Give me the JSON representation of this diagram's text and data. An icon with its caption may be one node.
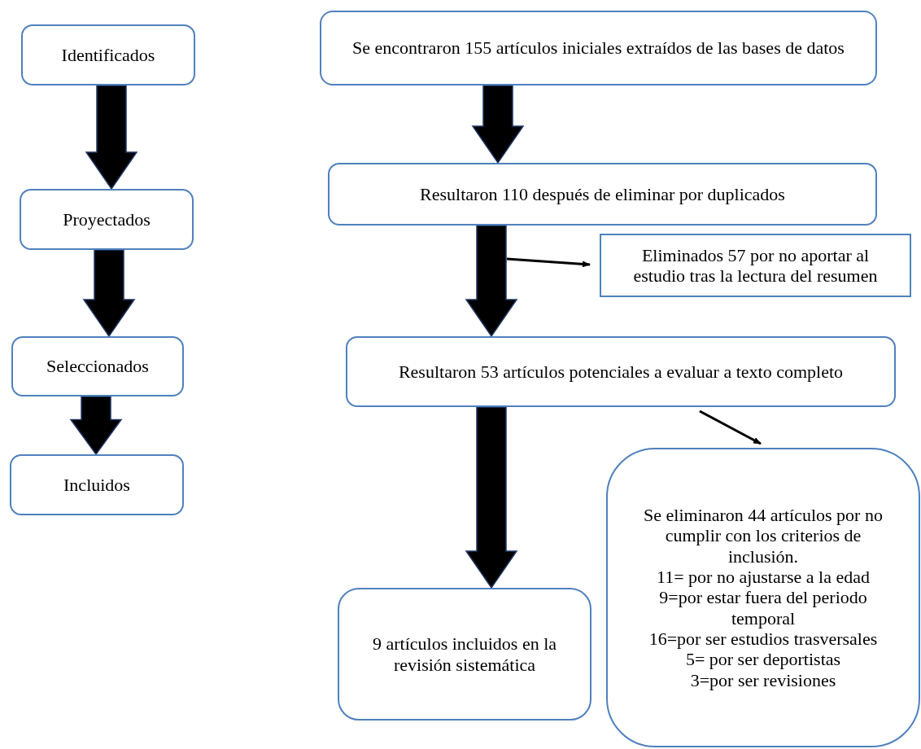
{
  "diagram": {
    "nodes": [
      {
        "text": [
          "Identificados"
        ]
      },
      {
        "text": [
          "Proyectados"
        ]
      },
      {
        "text": [
          "Seleccionados"
        ]
      },
      {
        "text": [
          "Incluidos"
        ]
      },
      {
        "text": [
          "Se encontraron 155 artículos iniciales extraídos de las bases de datos"
        ]
      },
      {
        "text": [
          "Resultaron 110 después de eliminar por duplicados"
        ]
      },
      {
        "text": [
          "Eliminados 57 por no aportar al estudio tras la lectura del resumen"
        ]
      },
      {
        "text": [
          "Resultaron 53 artículos potenciales a evaluar a texto completo"
        ]
      },
      {
        "text": [
          "Se eliminaron 44 artículos por no cumplir con los criterios de inclusión.",
          "11= por no ajustarse a la edad",
          "9=por estar fuera del periodo temporal",
          "16=por ser estudios trasversales",
          "5= por ser deportistas",
          "3=por ser revisiones"
        ]
      },
      {
        "text": [
          "9 artículos incluidos en la revisión sistemática"
        ]
      }
    ],
    "edges": [
      {
        "from": 0,
        "to": 1,
        "arrow": "to",
        "style": "thick"
      },
      {
        "from": 1,
        "to": 2,
        "arrow": "to",
        "style": "thick"
      },
      {
        "from": 2,
        "to": 3,
        "arrow": "to",
        "style": "thick"
      },
      {
        "from": 4,
        "to": 5,
        "arrow": "to",
        "style": "thick"
      },
      {
        "from": 5,
        "to": 7,
        "arrow": "to",
        "style": "thick"
      },
      {
        "from": null,
        "to": 6,
        "arrow": "to"
      },
      {
        "from": 7,
        "to": 9,
        "arrow": "to",
        "style": "thick"
      },
      {
        "from": 7,
        "to": 8,
        "arrow": "to"
      }
    ]
  }
}
